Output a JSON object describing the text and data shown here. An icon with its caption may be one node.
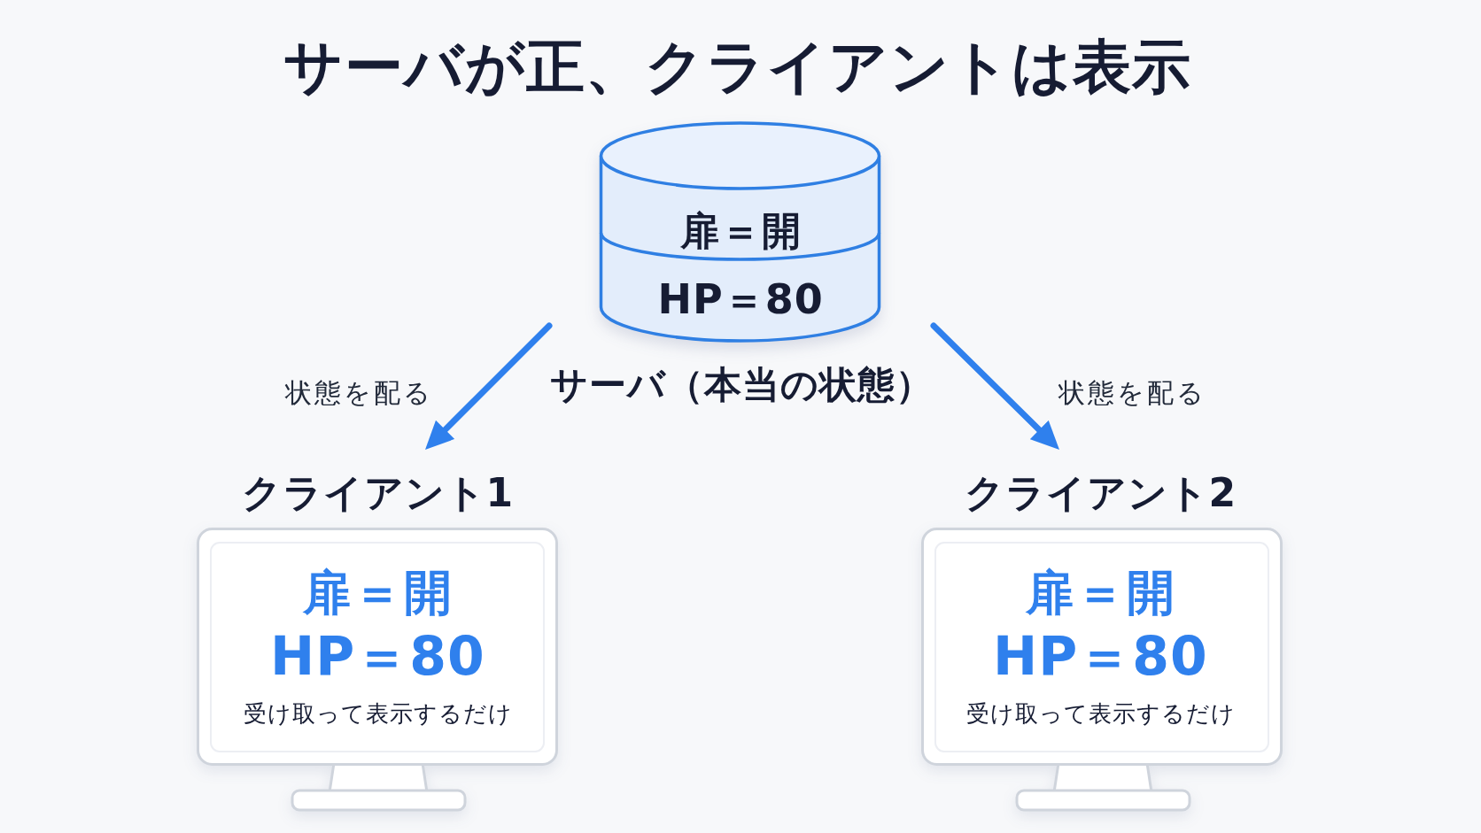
{
  "diagram": {
    "title": "サーバが正、クライアントは表示",
    "nodes": [
      {
        "text": [
          "扉＝開",
          "HP＝80"
        ],
        "beside": [
          "サーバ（本当の状態）"
        ]
      },
      {
        "text": [
          "クライアント1",
          "扉＝開",
          "HP＝80",
          "受け取って表示するだけ"
        ]
      },
      {
        "text": [
          "クライアント2",
          "扉＝開",
          "HP＝80",
          "受け取って表示するだけ"
        ]
      }
    ],
    "edges": [
      {
        "from": 0,
        "to": 1,
        "arrow": "to",
        "label": "状態を配る"
      },
      {
        "from": 0,
        "to": 2,
        "arrow": "to",
        "label": "状態を配る"
      }
    ]
  }
}
